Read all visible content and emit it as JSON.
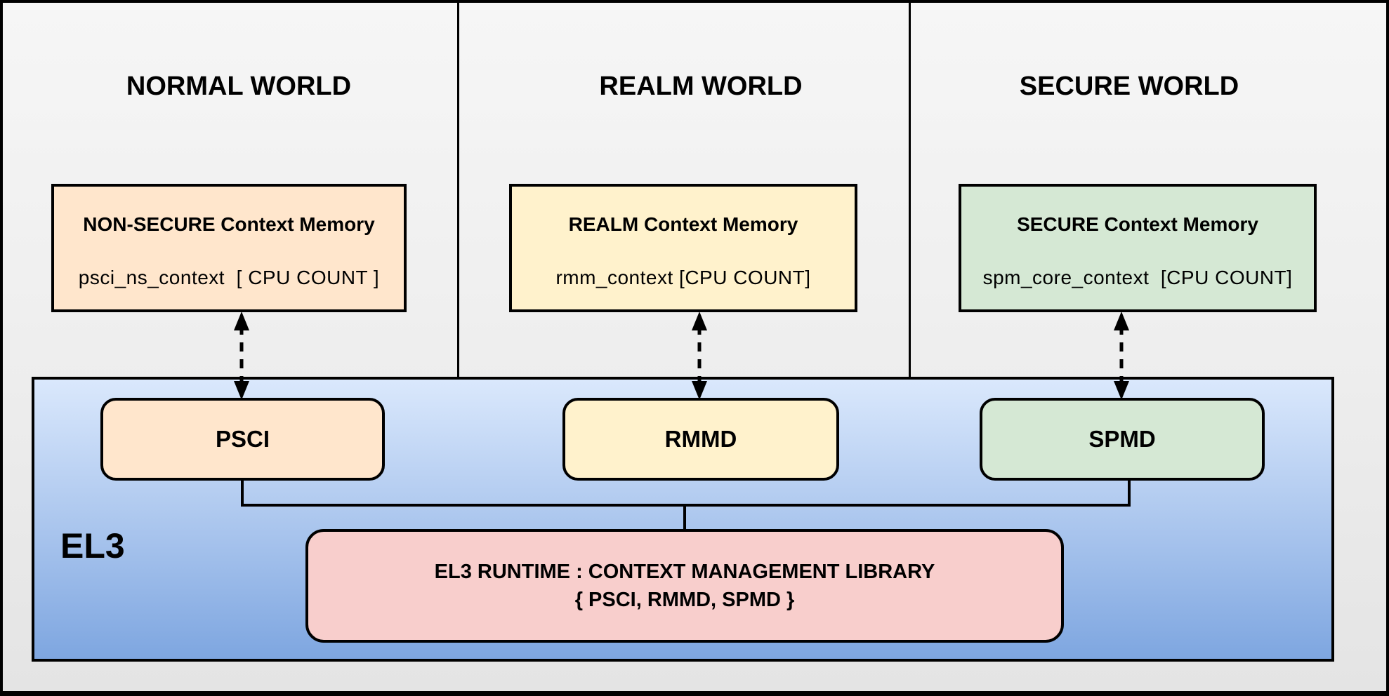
{
  "worlds": [
    {
      "title": "NORMAL WORLD",
      "memory_title": "NON-SECURE Context Memory",
      "memory_detail": "psci_ns_context  [ CPU COUNT ]",
      "dispatcher": "PSCI"
    },
    {
      "title": "REALM WORLD",
      "memory_title": "REALM Context Memory",
      "memory_detail": "rmm_context [CPU COUNT]",
      "dispatcher": "RMMD"
    },
    {
      "title": "SECURE WORLD",
      "memory_title": "SECURE Context Memory",
      "memory_detail": "spm_core_context  [CPU COUNT]",
      "dispatcher": "SPMD"
    }
  ],
  "el3": {
    "label": "EL3",
    "runtime_line1": "EL3 RUNTIME : CONTEXT MANAGEMENT LIBRARY",
    "runtime_line2": "{ PSCI, RMMD, SPMD }"
  },
  "colors": {
    "normal_fill": "#FFE6CC",
    "realm_fill": "#FFF2CC",
    "secure_fill": "#D5E8D4",
    "runtime_fill": "#F8CECC",
    "el3_gradient_top": "#DAE8FC",
    "el3_gradient_bottom": "#7EA6E0",
    "panel_gradient_top": "#F6F6F6",
    "panel_gradient_bottom": "#E4E4E4",
    "stroke": "#000000"
  }
}
